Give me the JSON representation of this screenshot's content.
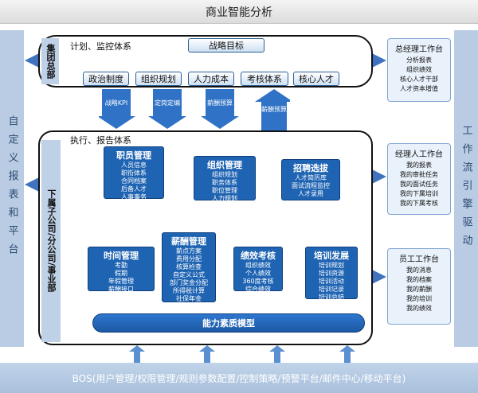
{
  "title": "商业智能分析",
  "left_column": "自定义报表和平台",
  "right_column": "工作流引擎驱动",
  "plan": {
    "side_label": "集团总部",
    "title": "计划、监控体系",
    "goal": "战略目标",
    "items": [
      "政治制度",
      "组织规划",
      "人力成本",
      "考核体系",
      "核心人才"
    ]
  },
  "arrows": {
    "down": [
      "战略KPI",
      "定岗定编",
      "薪酬预算"
    ],
    "up": "薪酬预算"
  },
  "exec": {
    "side_label": "下属子公司/分公司/事业部",
    "title": "执行、报告体系",
    "staff": {
      "title": "职员管理",
      "items": [
        "人员信息",
        "职衔体系",
        "合同档案",
        "后备人才",
        "人事事务"
      ]
    },
    "org": {
      "title": "组织管理",
      "items": [
        "组织规划",
        "职务体系",
        "职位管理",
        "人力规划"
      ]
    },
    "recruit": {
      "title": "招聘选拔",
      "items": [
        "人才简历库",
        "面试流程监控",
        "人才录用"
      ]
    },
    "time": {
      "title": "时间管理",
      "items": [
        "考勤",
        "假期",
        "年假管理",
        "薪酬接口"
      ]
    },
    "salary": {
      "title": "薪酬管理",
      "items": [
        "薪点方案",
        "费用分配",
        "核算检查",
        "自定义公式",
        "部门奖金分配",
        "所得税计算",
        "社保年金"
      ]
    },
    "perf": {
      "title": "绩效考核",
      "items": [
        "组织绩效",
        "个人绩效",
        "360度考核",
        "综合绩效"
      ]
    },
    "train": {
      "title": "培训发展",
      "items": [
        "培训规划",
        "培训资源",
        "培训活动",
        "培训记录",
        "培训总结"
      ]
    },
    "competency": "能力素质模型"
  },
  "workbenches": [
    {
      "title": "总经理工作台",
      "items": [
        "分析报表",
        "组织绩效",
        "核心人才干部",
        "人才资本增值"
      ]
    },
    {
      "title": "经理人工作台",
      "items": [
        "我的报表",
        "我的审批任务",
        "我的面试任务",
        "我的下属培训",
        "我的下属考核"
      ]
    },
    {
      "title": "员工工作台",
      "items": [
        "我的消息",
        "我的档案",
        "我的薪酬",
        "我的培训",
        "我的绩效"
      ]
    }
  ],
  "bos": "BOS(用户管理/权限管理/规则参数配置/控制策略/预警平台/邮件中心/移动平台)"
}
